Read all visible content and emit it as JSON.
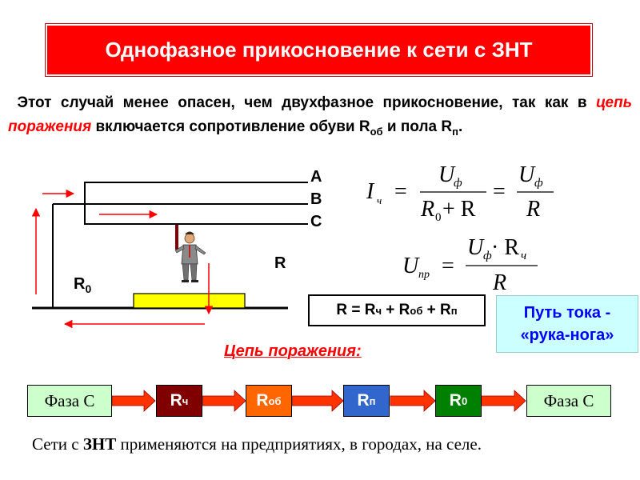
{
  "title": "Однофазное прикосновение к сети с ЗНТ",
  "intro": {
    "part1": "Этот случай менее опасен, чем двухфазное прикосновение, так как в ",
    "highlight": "цепь поражения",
    "part2": " включается сопротивление обуви R",
    "sub1": "об",
    "part3": " и пола R",
    "sub2": "п",
    "part4": "."
  },
  "diagram": {
    "phase_labels": [
      "A",
      "B",
      "C"
    ],
    "r_label": "R",
    "r0_label": "R",
    "r0_sub": "0"
  },
  "formulas": {
    "current": {
      "lhs": "I",
      "lhs_sub": "ч",
      "num": "U",
      "num_sub": "ф",
      "den1": "R",
      "den1_sub": "0",
      "den1_tail": " + R",
      "eq": "=",
      "num2": "U",
      "num2_sub": "ф",
      "den2": "R"
    },
    "voltage": {
      "lhs": "U",
      "lhs_sub": "пр",
      "eq": "=",
      "num": "U",
      "num_sub": "ф",
      "dot": " · R",
      "dot_sub": "ч",
      "den": "R"
    }
  },
  "r_formula": {
    "a": "R = R",
    "s1": "ч",
    "b": "+ R",
    "s2": "об",
    "c": "+ R",
    "s3": "п"
  },
  "current_path": {
    "line1": "Путь тока -",
    "line2": "«рука-нога»"
  },
  "chain_title": "Цепь поражения:",
  "chain": {
    "start": "Фаза С",
    "r1": "R",
    "r1_sub": "ч",
    "r2": "R",
    "r2_sub": "об",
    "r3": "R",
    "r3_sub": "п",
    "r4": "R",
    "r4_sub": "0",
    "end": "Фаза С"
  },
  "footer": {
    "a": "Сети с ",
    "b": "ЗНТ",
    "c": " применяются  на предприятиях, в городах, на селе."
  },
  "colors": {
    "title_bg": "#ff0000",
    "accent_red": "#ff0000",
    "path_bg": "#ccffff",
    "path_text": "#0000ff",
    "phase_box": "#ccffcc",
    "r_ch": "#800000",
    "r_ob": "#ff6600",
    "r_p": "#3366cc",
    "r_0": "#008000",
    "floor_pad": "#ffff00"
  }
}
